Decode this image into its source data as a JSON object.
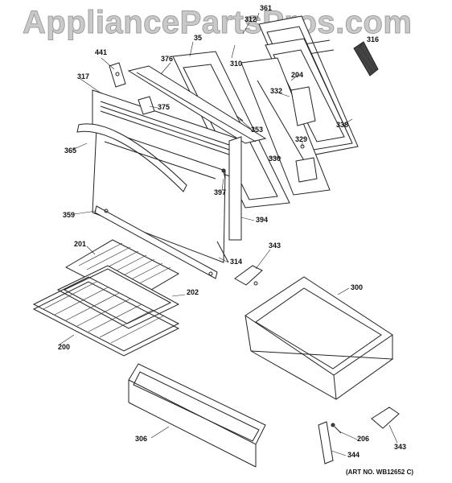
{
  "watermark": "AppliancePartsPros.com",
  "art_number": "(ART NO. WB12652 C)",
  "callouts": {
    "c361": "361",
    "c312": "312",
    "c316": "316",
    "c441": "441",
    "c376": "376",
    "c35": "35",
    "c310": "310",
    "c204": "204",
    "c317": "317",
    "c375": "375",
    "c332": "332",
    "c353": "353",
    "c338": "338",
    "c365": "365",
    "c329": "329",
    "c330": "330",
    "c397": "397",
    "c359": "359",
    "c394": "394",
    "c343a": "343",
    "c201": "201",
    "c314": "314",
    "c300": "300",
    "c202": "202",
    "c200": "200",
    "c306": "306",
    "c206": "206",
    "c344": "344",
    "c343b": "343"
  }
}
